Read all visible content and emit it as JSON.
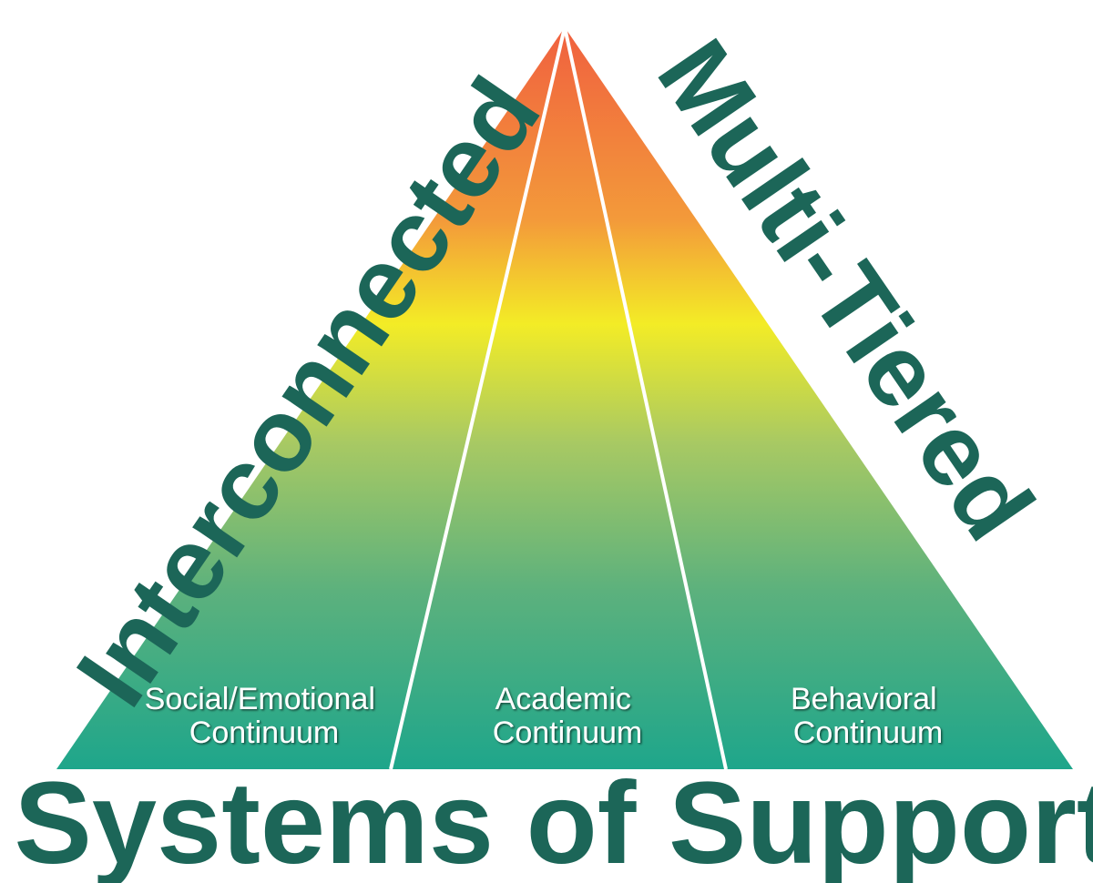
{
  "titles": {
    "left": "Interconnected",
    "right": "Multi-Tiered",
    "bottom": "Systems of Support"
  },
  "columns": [
    {
      "line1": "Social/Emotional",
      "line2": "Continuum"
    },
    {
      "line1": "Academic",
      "line2": "Continuum"
    },
    {
      "line1": "Behavioral",
      "line2": "Continuum"
    }
  ],
  "colors": {
    "title_text": "#1c6658",
    "label_text": "#ffffff",
    "divider": "#ffffff",
    "gradient_top": "#f0603f",
    "gradient_orange": "#f39a3a",
    "gradient_yellow": "#f3ec26",
    "gradient_light_green": "#a8c963",
    "gradient_mid_green": "#5cb17d",
    "gradient_bottom": "#1ea68b"
  }
}
